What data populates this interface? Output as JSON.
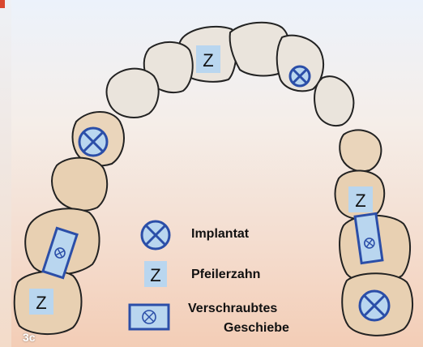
{
  "figure": {
    "panel_label": "3c",
    "tooth_markers": [
      {
        "type": "pier",
        "text": "Z"
      },
      {
        "type": "pier",
        "text": "Z"
      },
      {
        "type": "pier",
        "text": "Z"
      },
      {
        "type": "implant"
      },
      {
        "type": "implant"
      },
      {
        "type": "implant"
      },
      {
        "type": "attachment"
      },
      {
        "type": "attachment"
      }
    ],
    "legend": {
      "implant": "Implantat",
      "pier_symbol": "Z",
      "pier": "Pfeilerzahn",
      "attachment_line1": "Verschraubtes",
      "attachment_line2": "Geschiebe"
    }
  },
  "colors": {
    "marker_fill": "#b9d6ef",
    "marker_stroke": "#2b4ea8",
    "tooth_fill": "#e9d2b6",
    "tooth_front_fill": "#eae4dc"
  }
}
